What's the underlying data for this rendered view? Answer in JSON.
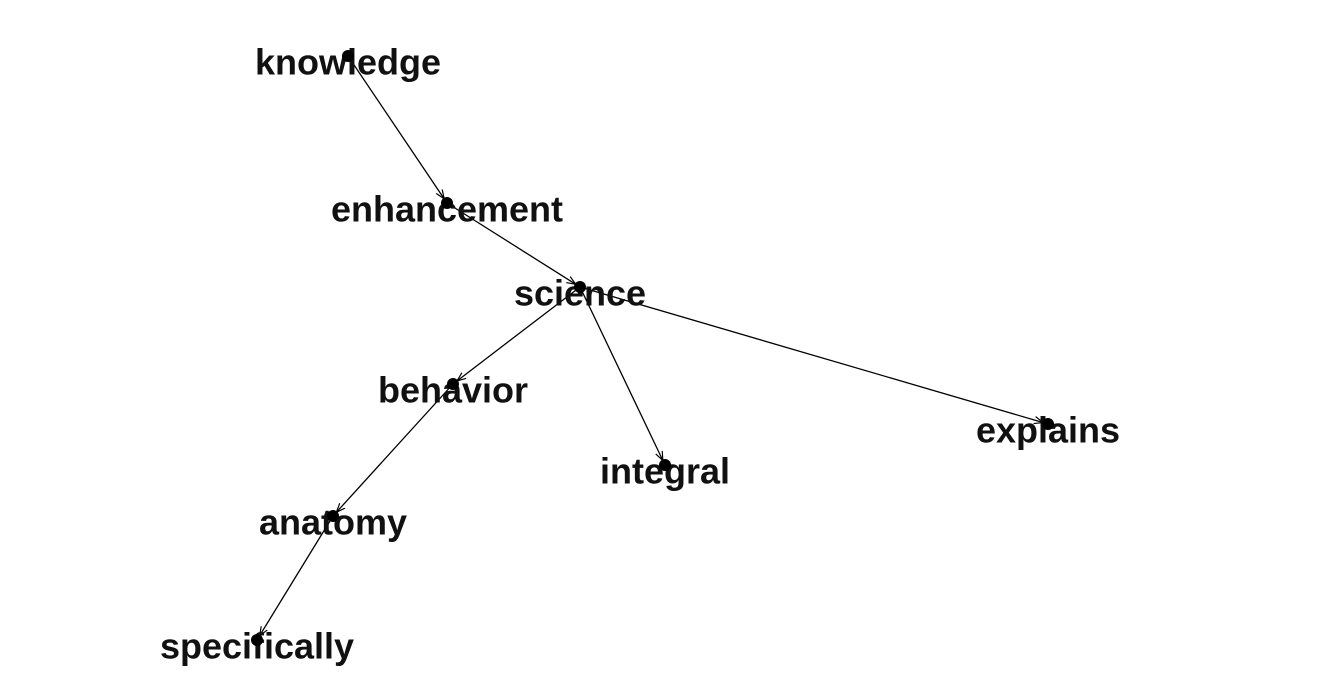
{
  "graph": {
    "type": "directed-word-network",
    "colors": {
      "edge": "#000000",
      "node": "#000000",
      "label": "#111111",
      "background": "#ffffff"
    },
    "nodes": [
      {
        "id": "knowledge",
        "label": "knowledge"
      },
      {
        "id": "enhancement",
        "label": "enhancement"
      },
      {
        "id": "science",
        "label": "science"
      },
      {
        "id": "behavior",
        "label": "behavior"
      },
      {
        "id": "integral",
        "label": "integral"
      },
      {
        "id": "explains",
        "label": "explains"
      },
      {
        "id": "anatomy",
        "label": "anatomy"
      },
      {
        "id": "specifically",
        "label": "specifically"
      }
    ],
    "edges": [
      {
        "from": "knowledge",
        "to": "enhancement"
      },
      {
        "from": "enhancement",
        "to": "science"
      },
      {
        "from": "science",
        "to": "behavior"
      },
      {
        "from": "science",
        "to": "integral"
      },
      {
        "from": "science",
        "to": "explains"
      },
      {
        "from": "behavior",
        "to": "anatomy"
      },
      {
        "from": "anatomy",
        "to": "specifically"
      }
    ]
  }
}
